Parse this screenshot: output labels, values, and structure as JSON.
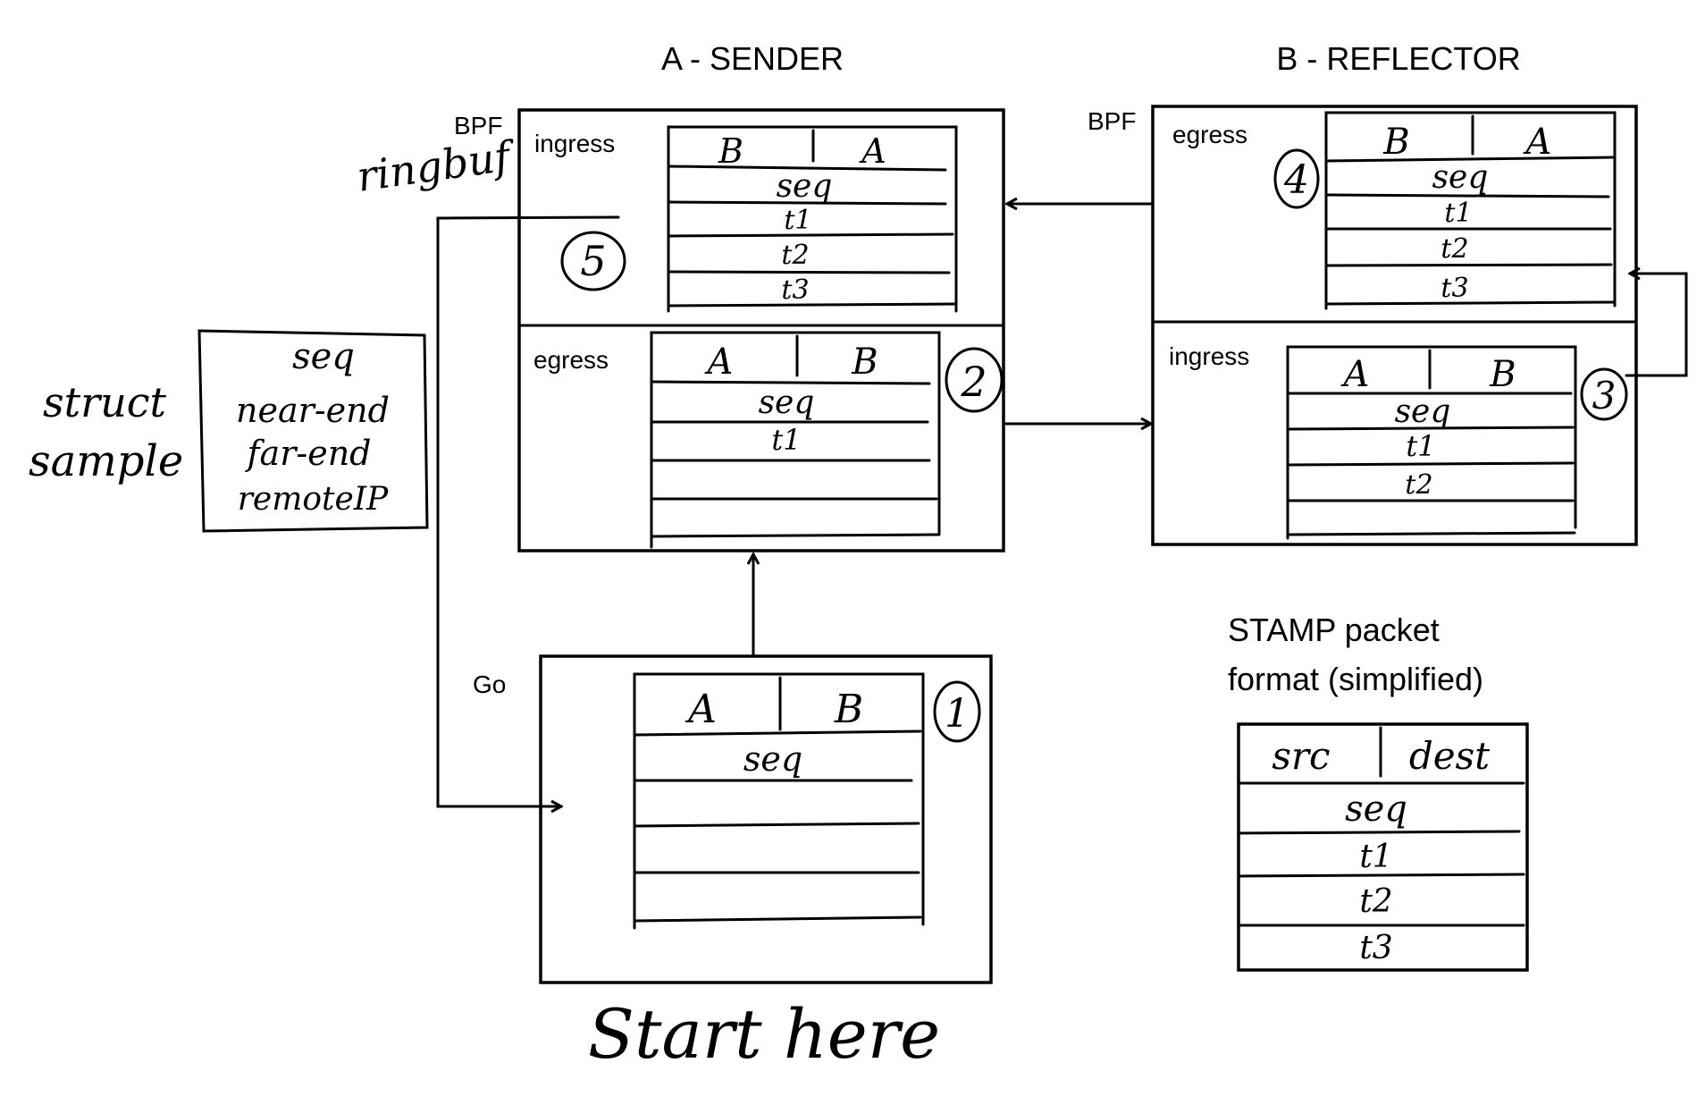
{
  "titles": {
    "sender": "A - SENDER",
    "reflector": "B - REFLECTOR"
  },
  "labels": {
    "bpf_sender": "BPF",
    "bpf_reflector": "BPF",
    "go": "Go",
    "sender_ingress": "ingress",
    "sender_egress": "egress",
    "reflector_egress": "egress",
    "reflector_ingress": "ingress",
    "ringbuf": "ringbuf",
    "start_here": "Start here"
  },
  "struct_sample": {
    "label_line1": "struct",
    "label_line2": "sample",
    "fields": [
      "seq",
      "near-end",
      "far-end",
      "remoteIP"
    ]
  },
  "steps": [
    "1",
    "2",
    "3",
    "4",
    "5"
  ],
  "packets": {
    "go_packet": {
      "src": "A",
      "dst": "B",
      "rows": [
        "seq",
        "",
        "",
        "",
        ""
      ]
    },
    "sender_egress": {
      "src": "A",
      "dst": "B",
      "rows": [
        "seq",
        "t1",
        "",
        "",
        ""
      ]
    },
    "reflector_ingress": {
      "src": "A",
      "dst": "B",
      "rows": [
        "seq",
        "t1",
        "t2",
        ""
      ]
    },
    "reflector_egress": {
      "src": "B",
      "dst": "A",
      "rows": [
        "seq",
        "t1",
        "t2",
        "t3"
      ]
    },
    "sender_ingress": {
      "src": "B",
      "dst": "A",
      "rows": [
        "seq",
        "t1",
        "t2",
        "t3"
      ]
    }
  },
  "stamp_format": {
    "caption_line1": "STAMP packet",
    "caption_line2": "format (simplified)",
    "header_src": "src",
    "header_dst": "dest",
    "rows": [
      "seq",
      "t1",
      "t2",
      "t3"
    ]
  }
}
